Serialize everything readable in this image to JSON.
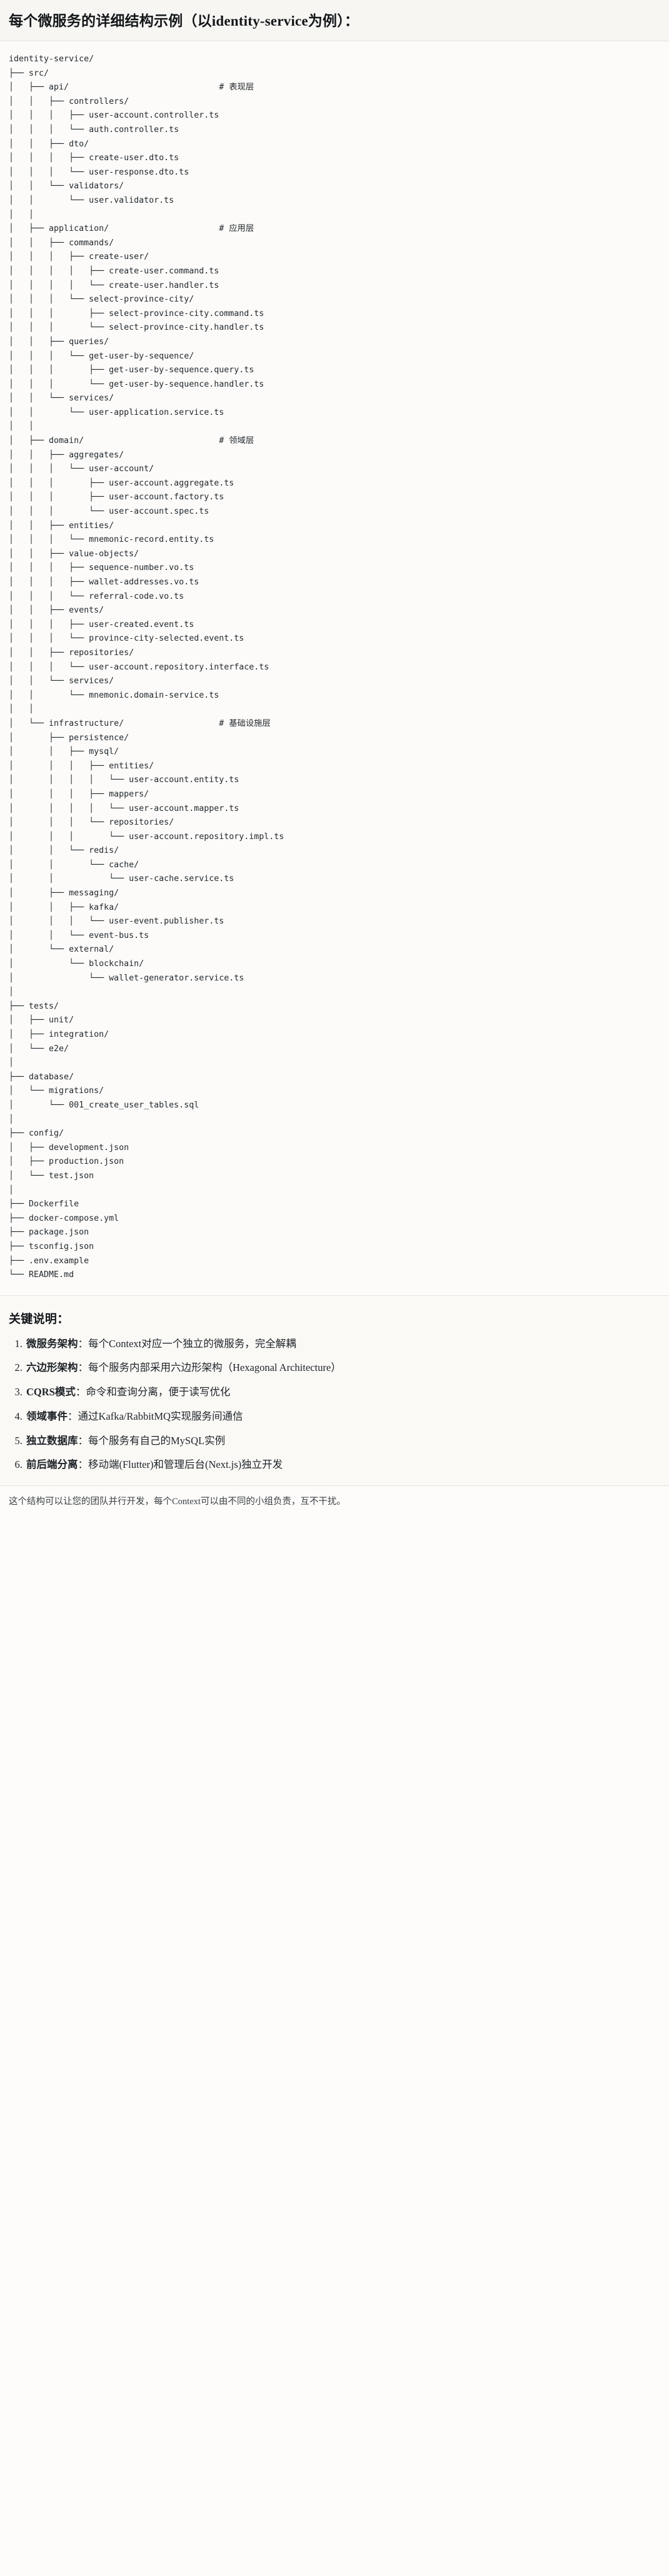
{
  "heading": {
    "title": "每个微服务的详细结构示例（以identity-service为例）："
  },
  "tree": {
    "root": "identity-service/",
    "text": "identity-service/\n├── src/\n│   ├── api/                              # 表现层\n│   │   ├── controllers/\n│   │   │   ├── user-account.controller.ts\n│   │   │   └── auth.controller.ts\n│   │   ├── dto/\n│   │   │   ├── create-user.dto.ts\n│   │   │   └── user-response.dto.ts\n│   │   └── validators/\n│   │       └── user.validator.ts\n│   │\n│   ├── application/                      # 应用层\n│   │   ├── commands/\n│   │   │   ├── create-user/\n│   │   │   │   ├── create-user.command.ts\n│   │   │   │   └── create-user.handler.ts\n│   │   │   └── select-province-city/\n│   │   │       ├── select-province-city.command.ts\n│   │   │       └── select-province-city.handler.ts\n│   │   ├── queries/\n│   │   │   └── get-user-by-sequence/\n│   │   │       ├── get-user-by-sequence.query.ts\n│   │   │       └── get-user-by-sequence.handler.ts\n│   │   └── services/\n│   │       └── user-application.service.ts\n│   │\n│   ├── domain/                           # 领域层\n│   │   ├── aggregates/\n│   │   │   └── user-account/\n│   │   │       ├── user-account.aggregate.ts\n│   │   │       ├── user-account.factory.ts\n│   │   │       └── user-account.spec.ts\n│   │   ├── entities/\n│   │   │   └── mnemonic-record.entity.ts\n│   │   ├── value-objects/\n│   │   │   ├── sequence-number.vo.ts\n│   │   │   ├── wallet-addresses.vo.ts\n│   │   │   └── referral-code.vo.ts\n│   │   ├── events/\n│   │   │   ├── user-created.event.ts\n│   │   │   └── province-city-selected.event.ts\n│   │   ├── repositories/\n│   │   │   └── user-account.repository.interface.ts\n│   │   └── services/\n│   │       └── mnemonic.domain-service.ts\n│   │\n│   └── infrastructure/                   # 基础设施层\n│       ├── persistence/\n│       │   ├── mysql/\n│       │   │   ├── entities/\n│       │   │   │   └── user-account.entity.ts\n│       │   │   ├── mappers/\n│       │   │   │   └── user-account.mapper.ts\n│       │   │   └── repositories/\n│       │   │       └── user-account.repository.impl.ts\n│       │   └── redis/\n│       │       └── cache/\n│       │           └── user-cache.service.ts\n│       ├── messaging/\n│       │   ├── kafka/\n│       │   │   └── user-event.publisher.ts\n│       │   └── event-bus.ts\n│       └── external/\n│           └── blockchain/\n│               └── wallet-generator.service.ts\n│\n├── tests/\n│   ├── unit/\n│   ├── integration/\n│   └── e2e/\n│\n├── database/\n│   └── migrations/\n│       └── 001_create_user_tables.sql\n│\n├── config/\n│   ├── development.json\n│   ├── production.json\n│   └── test.json\n│\n├── Dockerfile\n├── docker-compose.yml\n├── package.json\n├── tsconfig.json\n├── .env.example\n└── README.md",
    "layer_comments": [
      {
        "path": "api/",
        "comment": "# 表现层"
      },
      {
        "path": "application/",
        "comment": "# 应用层"
      },
      {
        "path": "domain/",
        "comment": "# 领域层"
      },
      {
        "path": "infrastructure/",
        "comment": "# 基础设施层"
      }
    ]
  },
  "notes": {
    "title": "关键说明：",
    "items": [
      {
        "term": "微服务架构",
        "body": "：每个Context对应一个独立的微服务，完全解耦"
      },
      {
        "term": "六边形架构",
        "body": "：每个服务内部采用六边形架构（Hexagonal Architecture）"
      },
      {
        "term": "CQRS模式",
        "body": "：命令和查询分离，便于读写优化"
      },
      {
        "term": "领域事件",
        "body": "：通过Kafka/RabbitMQ实现服务间通信"
      },
      {
        "term": "独立数据库",
        "body": "：每个服务有自己的MySQL实例"
      },
      {
        "term": "前后端分离",
        "body": "：移动端(Flutter)和管理后台(Next.js)独立开发"
      }
    ]
  },
  "footer": {
    "text": "这个结构可以让您的团队并行开发，每个Context可以由不同的小组负责，互不干扰。"
  }
}
